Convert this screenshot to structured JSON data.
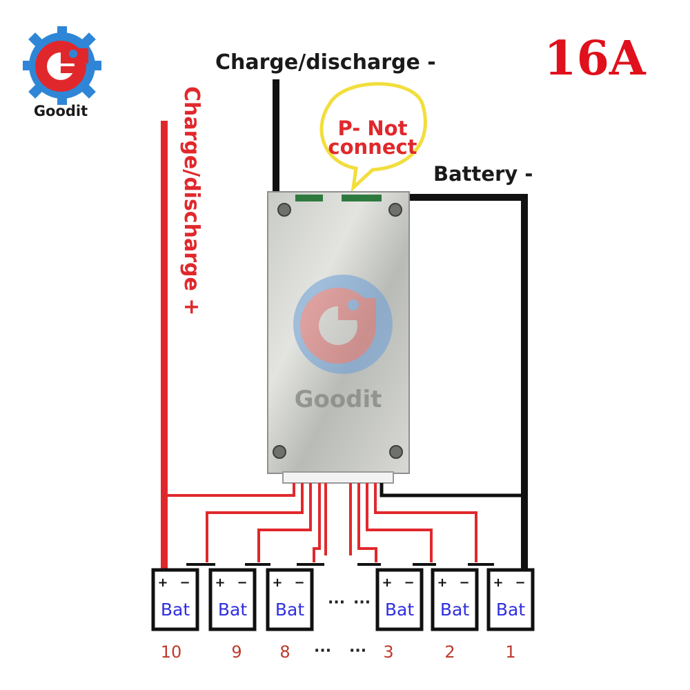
{
  "brand": {
    "name": "Goodit",
    "watermark": "Goodit",
    "colors": {
      "red": "#e0282c",
      "blue": "#2f86d6"
    }
  },
  "rating": "16A",
  "labels": {
    "charge_minus": "Charge/discharge -",
    "charge_plus": "Charge/discharge +",
    "p_minus_line1": "P- Not",
    "p_minus_line2": "connect",
    "battery_minus": "Battery -"
  },
  "terminal_signs": {
    "plus": "+",
    "minus": "−"
  },
  "cells": [
    {
      "label": "Bat",
      "number": "10"
    },
    {
      "label": "Bat",
      "number": "9"
    },
    {
      "label": "Bat",
      "number": "8"
    },
    {
      "label": "Bat",
      "number": "3"
    },
    {
      "label": "Bat",
      "number": "2"
    },
    {
      "label": "Bat",
      "number": "1"
    }
  ],
  "ellipsis": "···",
  "colors": {
    "wire_red": "#e0282c",
    "wire_black": "#111111",
    "bat_text": "#2f2fe0"
  }
}
